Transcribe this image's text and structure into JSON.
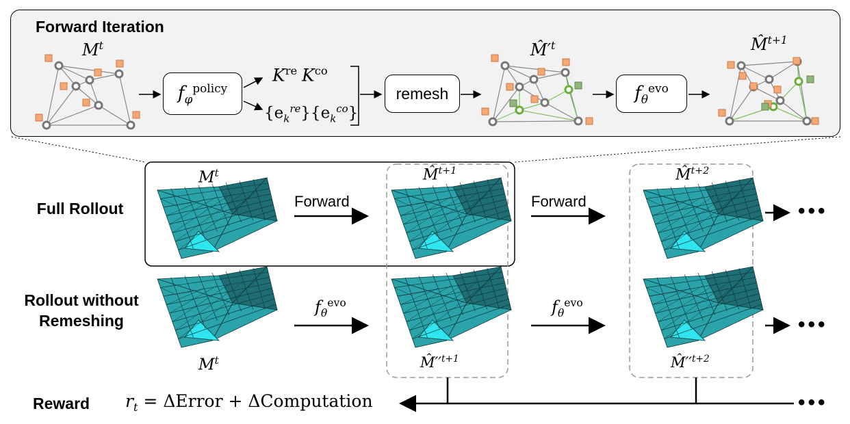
{
  "panel": {
    "title": "Forward Iteration",
    "mesh_labels": [
      "M",
      "t",
      "M̂′",
      "t",
      "M̂",
      "t+1"
    ],
    "policy_box": {
      "symbol": "f",
      "sub": "φ",
      "sup": "policy"
    },
    "outputs": {
      "k_re": "K",
      "k_re_sup": "re",
      "k_co": "K",
      "k_co_sup": "co",
      "e_re": "{e",
      "e_re_sub": "k",
      "e_re_sup": "re",
      "e_co": "}{e",
      "e_co_sub": "k",
      "e_co_sup": "co",
      "e_close": "}"
    },
    "remesh_label": "remesh",
    "evo_box": {
      "symbol": "f",
      "sub": "θ",
      "sup": "evo"
    }
  },
  "rows": {
    "full_rollout": {
      "label": "Full Rollout",
      "arrow_label": "Forward",
      "arrow_label2": "Forward",
      "mesh_labels": [
        {
          "base": "M",
          "sup": "t"
        },
        {
          "base": "M̂",
          "sup": "t+1"
        },
        {
          "base": "M̂",
          "sup": "t+2"
        }
      ]
    },
    "no_remesh": {
      "label_line1": "Rollout without",
      "label_line2": "Remeshing",
      "arrow_symbol": "f",
      "arrow_sub": "θ",
      "arrow_sup": "evo",
      "mesh_labels": [
        {
          "base": "M",
          "sup": "t"
        },
        {
          "base": "M̂′′",
          "sup": "t+1"
        },
        {
          "base": "M̂′′",
          "sup": "t+2"
        }
      ]
    },
    "reward": {
      "label": "Reward",
      "r": "r",
      "r_sub": "t",
      "formula": " = ΔError + ΔComputation"
    }
  },
  "ellipsis": "•••",
  "colors": {
    "mesh_dark": "#1f6e73",
    "mesh_mid": "#2aa3aa",
    "mesh_light": "#2ee6f0",
    "node_orange": "#f4a873",
    "node_green": "#8fb57a",
    "circle_green": "#6aae3a",
    "panel_bg": "#f2f2f2"
  }
}
